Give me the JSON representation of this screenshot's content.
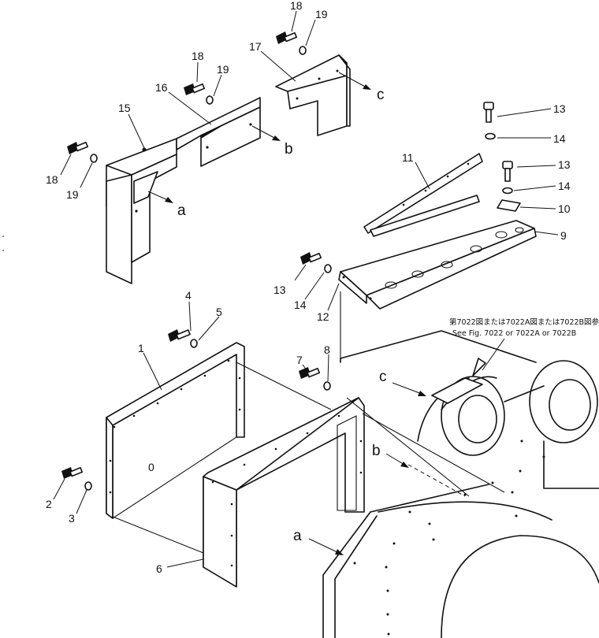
{
  "labels": {
    "n1": "1",
    "n2": "2",
    "n3": "3",
    "n4": "4",
    "n5": "5",
    "n6": "6",
    "n7": "7",
    "n8": "8",
    "n9": "9",
    "n10": "10",
    "n11": "11",
    "n12": "12",
    "n13a": "13",
    "n13b": "13",
    "n13c": "13",
    "n14a": "14",
    "n14b": "14",
    "n14c": "14",
    "n15": "15",
    "n16": "16",
    "n17": "17",
    "n18a": "18",
    "n18b": "18",
    "n18c": "18",
    "n19a": "19",
    "n19b": "19",
    "n19c": "19"
  },
  "arrows": {
    "a_top": "a",
    "b_top": "b",
    "c_top": "c",
    "a_bot": "a",
    "b_bot": "b",
    "c_bot": "c"
  },
  "note": {
    "japanese": "第7022図または7022A図または7022B図参照",
    "english": "See Fig. 7022 or 7022A or 7022B"
  },
  "panel_mark": "0"
}
